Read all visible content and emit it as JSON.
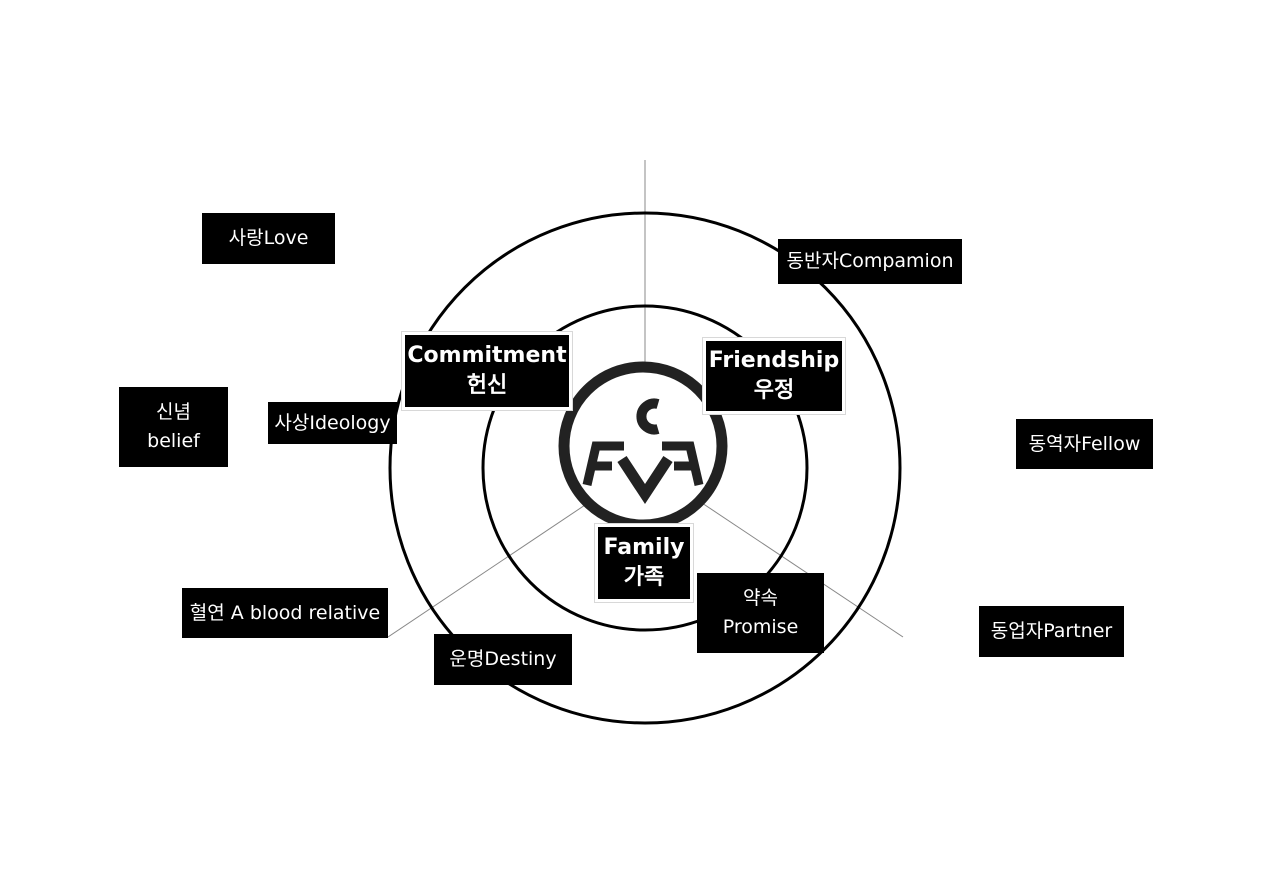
{
  "core_values": {
    "commitment": {
      "en": "Commitment",
      "ko": "헌신"
    },
    "friendship": {
      "en": "Friendship",
      "ko": "우정"
    },
    "family": {
      "en": "Family",
      "ko": "가족"
    }
  },
  "keywords": {
    "love": "사랑Love",
    "belief_ko": "신념",
    "belief_en": "belief",
    "ideology": "사상Ideology",
    "blood_relative": "혈연 A blood relative",
    "destiny": "운명Destiny",
    "promise_ko": "약속",
    "promise_en": "Promise",
    "companion": "동반자Compamion",
    "fellow": "동역자Fellow",
    "partner": "동업자Partner"
  },
  "logo": {
    "text": "CVF"
  },
  "colors": {
    "ink": "#000000",
    "paper": "#ffffff",
    "line": "#888888"
  }
}
